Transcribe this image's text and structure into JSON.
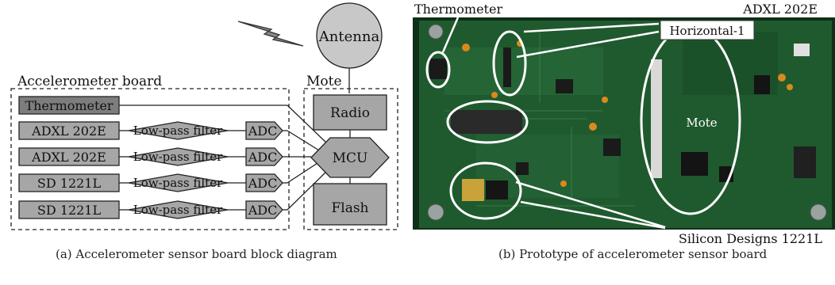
{
  "diagram_a": {
    "antenna": "Antenna",
    "accelerometer_board_label": "Accelerometer board",
    "mote_label": "Mote",
    "thermometer": "Thermometer",
    "sensors": [
      "ADXL 202E",
      "ADXL 202E",
      "SD 1221L",
      "SD 1221L"
    ],
    "filter": "Low-pass filter",
    "adc": "ADC",
    "radio": "Radio",
    "mcu": "MCU",
    "flash": "Flash"
  },
  "photo_b": {
    "labels": {
      "thermometer": "Thermometer",
      "adxl": "ADXL 202E",
      "horizontal": "Horizontal-1",
      "mote": "Mote",
      "silicon": "Silicon Designs 1221L"
    },
    "colors": {
      "board": "#1f5a2e",
      "board_dark": "#0f2f18",
      "chip": "#1a1a1a",
      "gold": "#c9a23a"
    }
  },
  "captions": {
    "a": "(a)  Accelerometer sensor board block diagram",
    "b": "(b)  Prototype of accelerometer sensor board"
  },
  "colors": {
    "box_fill": "#a6a6a6",
    "thermometer_fill": "#7d7d7d",
    "antenna_fill": "#c8c8c8",
    "stroke": "#222222"
  }
}
